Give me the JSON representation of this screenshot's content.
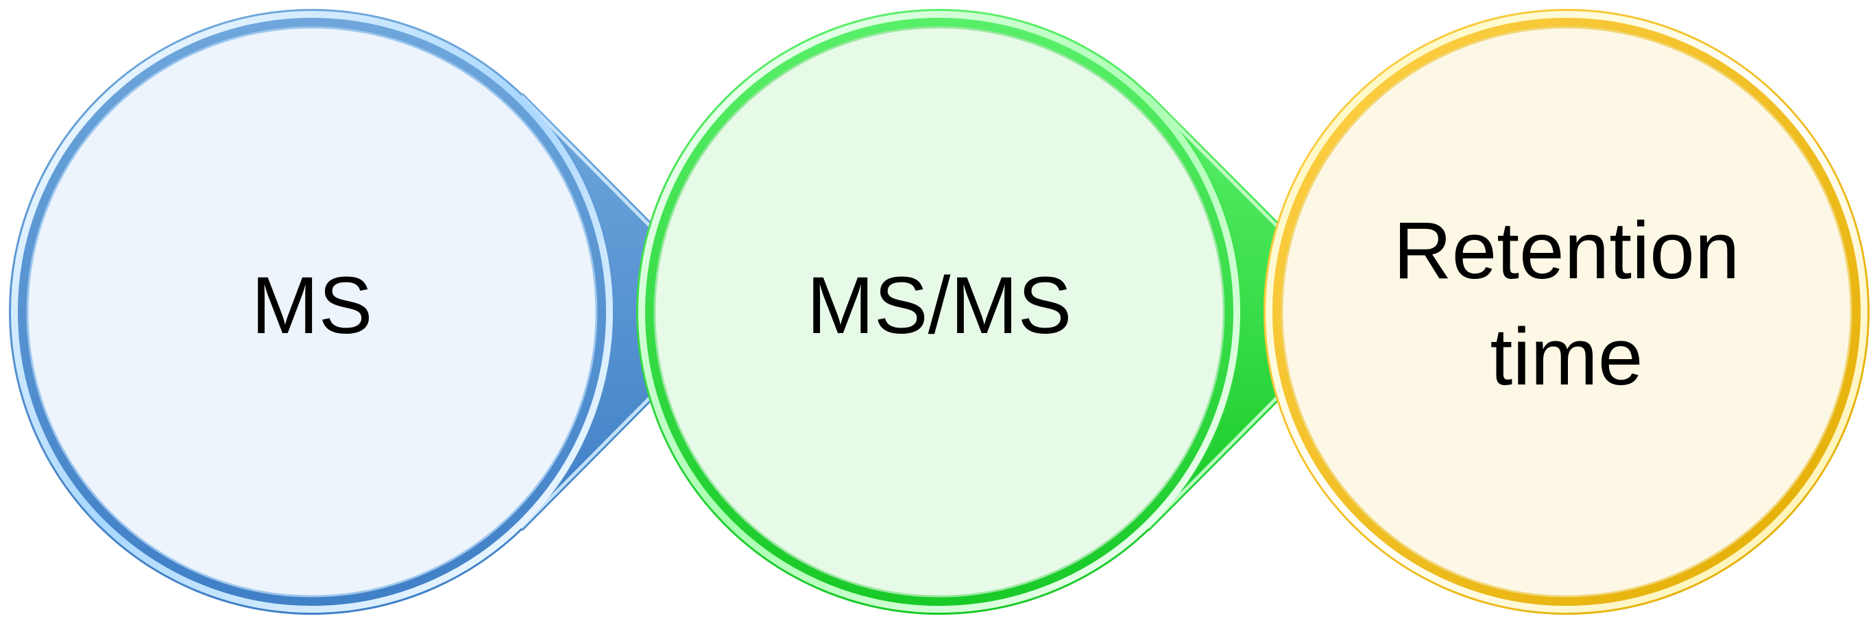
{
  "diagram": {
    "type": "process-flow",
    "steps": [
      {
        "label_lines": [
          "MS"
        ],
        "colors": {
          "ring_dark": "#3f7fc6",
          "ring_light": "#bfe3ff",
          "fill": "#edf4fb"
        }
      },
      {
        "label_lines": [
          "MS/MS"
        ],
        "colors": {
          "ring_dark": "#1ed22c",
          "ring_light": "#b8ffb8",
          "fill": "#e7fae8"
        }
      },
      {
        "label_lines": [
          "Retention",
          "time"
        ],
        "colors": {
          "ring_dark": "#e8b400",
          "ring_light": "#fff3a0",
          "fill": "#fdf8e6"
        }
      }
    ]
  }
}
